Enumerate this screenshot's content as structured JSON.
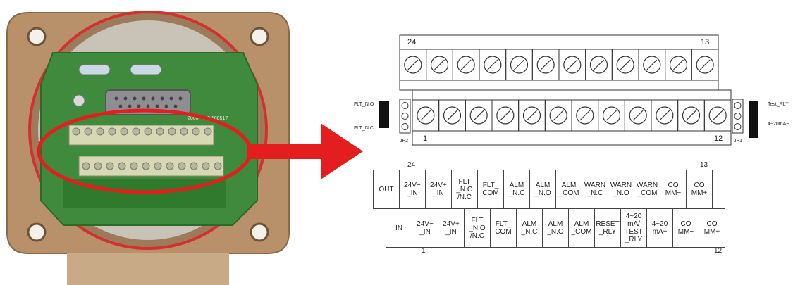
{
  "photo": {
    "pcb_marking": "2000-     -1.0 100517"
  },
  "diagram": {
    "upper_block": {
      "left_number": "24",
      "right_number": "13",
      "screw_count": 12
    },
    "lower_block": {
      "left_number": "1",
      "right_number": "12",
      "screw_count": 12
    },
    "left_connector": {
      "name": "JP2",
      "top_label": "FLT_N.O",
      "bottom_label": "FLT_N.C"
    },
    "right_connector": {
      "name": "JP1",
      "top_label": "Test_RLY",
      "bottom_label": "4~20mA~"
    }
  },
  "pinout": {
    "top_row_start": "24",
    "top_row_end": "13",
    "bottom_row_start": "1",
    "bottom_row_end": "12",
    "top_row": [
      "OUT",
      "24V−\n_IN",
      "24V+\n_IN",
      "FLT\n_N.O\n/N.C",
      "FLT_\nCOM",
      "ALM\n_N.C",
      "ALM\n_N.O",
      "ALM\n_COM",
      "WARN\n_N.C",
      "WARN\n_N.O",
      "WARN\n_COM",
      "CO\nMM−",
      "CO\nMM+"
    ],
    "bottom_row": [
      "IN",
      "24V−\n_IN",
      "24V+\n_IN",
      "FLT\n_N.O\n/N.C",
      "FLT_\nCOM",
      "ALM\n_N.C",
      "ALM\n_N.O",
      "ALM\n_COM",
      "RESET\n_RLY",
      "4~20\nmA/\nTEST\n_RLY",
      "4~20\nmA+",
      "CO\nMM−",
      "CO\nMM+"
    ]
  },
  "colors": {
    "highlight": "#e41e1e",
    "pcb": "#3f8a3c",
    "housing": "#b8906a"
  }
}
